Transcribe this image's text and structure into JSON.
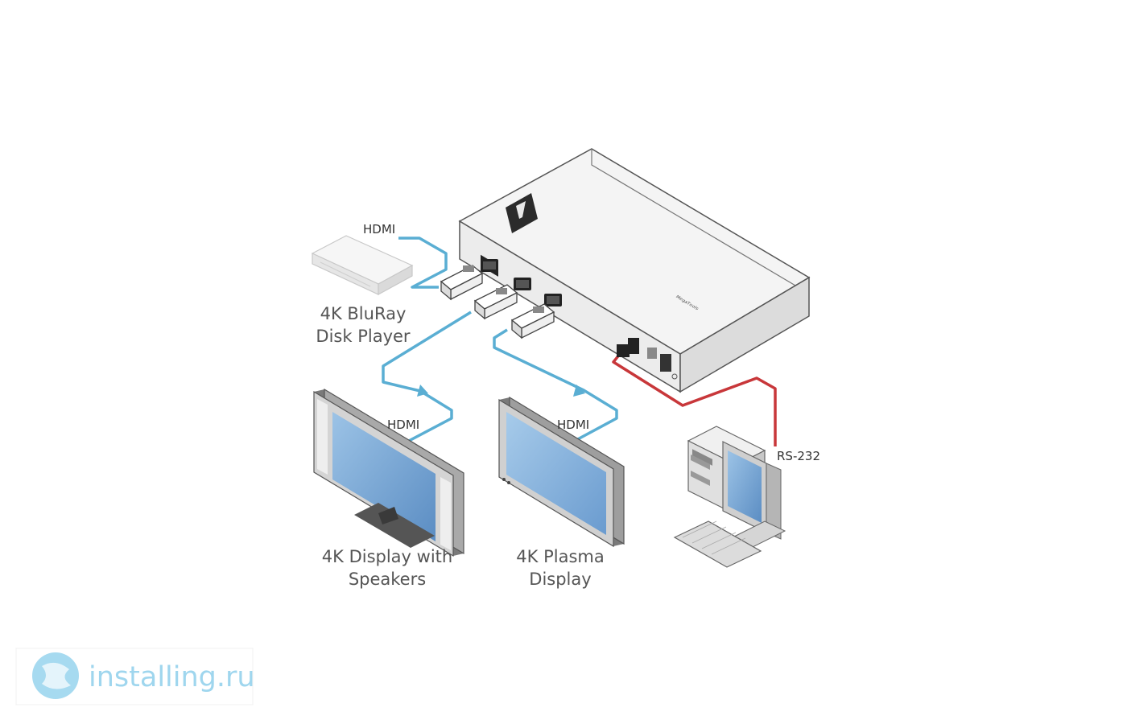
{
  "labels": {
    "hdmi_source": "HDMI",
    "source_line1": "4K BluRay",
    "source_line2": "Disk Player",
    "hdmi_display1": "HDMI",
    "display1_line1": "4K Display with",
    "display1_line2": "Speakers",
    "hdmi_display2": "HDMI",
    "display2_line1": "4K Plasma",
    "display2_line2": "Display",
    "rs232": "RS-232"
  },
  "watermark": {
    "text": "installing.ru"
  },
  "colors": {
    "hdmi_cable": "#5aaed3",
    "rs232_cable": "#c8373a",
    "screen": "#6f9fce",
    "watermark": "#9fd6ee"
  }
}
